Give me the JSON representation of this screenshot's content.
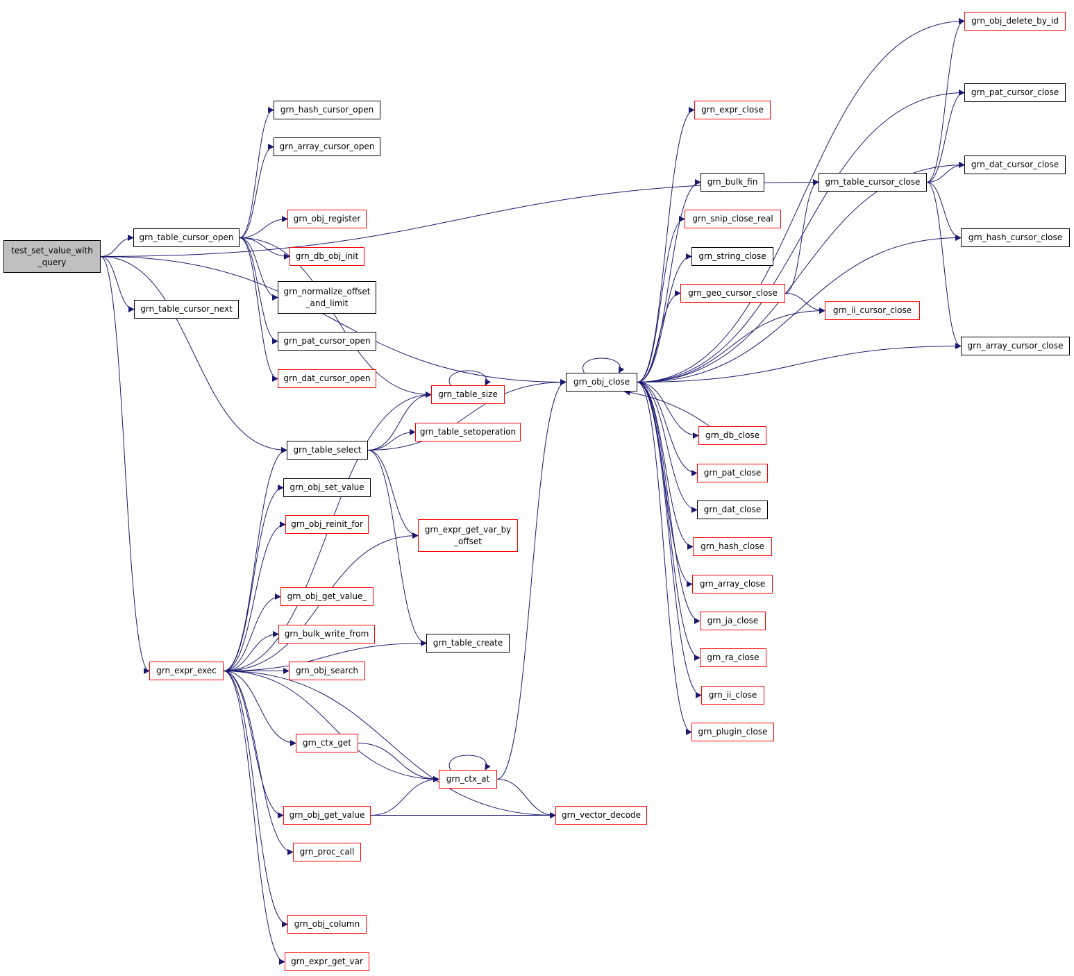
{
  "colors": {
    "edge": "#191970",
    "node_border_documented": "#000000",
    "node_border_undocumented": "#ff0000",
    "root_fill": "#bfbfbf"
  },
  "nodes": {
    "root": {
      "label": "test_set_value_with\n_query",
      "style": "root"
    },
    "table_cursor_open": {
      "label": "grn_table_cursor_open",
      "style": "black"
    },
    "table_cursor_next": {
      "label": "grn_table_cursor_next",
      "style": "black"
    },
    "expr_exec": {
      "label": "grn_expr_exec",
      "style": "red"
    },
    "hash_cursor_open": {
      "label": "grn_hash_cursor_open",
      "style": "black"
    },
    "array_cursor_open": {
      "label": "grn_array_cursor_open",
      "style": "black"
    },
    "obj_register": {
      "label": "grn_obj_register",
      "style": "red"
    },
    "db_obj_init": {
      "label": "grn_db_obj_init",
      "style": "red"
    },
    "normalize_offset": {
      "label": "grn_normalize_offset\n_and_limit",
      "style": "black"
    },
    "pat_cursor_open": {
      "label": "grn_pat_cursor_open",
      "style": "black"
    },
    "dat_cursor_open": {
      "label": "grn_dat_cursor_open",
      "style": "red"
    },
    "table_select": {
      "label": "grn_table_select",
      "style": "black"
    },
    "obj_set_value": {
      "label": "grn_obj_set_value",
      "style": "black"
    },
    "obj_reinit_for": {
      "label": "grn_obj_reinit_for",
      "style": "red"
    },
    "obj_get_value_": {
      "label": "grn_obj_get_value_",
      "style": "red"
    },
    "bulk_write_from": {
      "label": "grn_bulk_write_from",
      "style": "red"
    },
    "obj_search": {
      "label": "grn_obj_search",
      "style": "red"
    },
    "ctx_get": {
      "label": "grn_ctx_get",
      "style": "red"
    },
    "obj_get_value": {
      "label": "grn_obj_get_value",
      "style": "red"
    },
    "proc_call": {
      "label": "grn_proc_call",
      "style": "red"
    },
    "obj_column": {
      "label": "grn_obj_column",
      "style": "red"
    },
    "expr_get_var": {
      "label": "grn_expr_get_var",
      "style": "red"
    },
    "table_size": {
      "label": "grn_table_size",
      "style": "red"
    },
    "table_setoperation": {
      "label": "grn_table_setoperation",
      "style": "red"
    },
    "expr_get_var_by_offset": {
      "label": "grn_expr_get_var_by\n_offset",
      "style": "red"
    },
    "table_create": {
      "label": "grn_table_create",
      "style": "black"
    },
    "ctx_at": {
      "label": "grn_ctx_at",
      "style": "red"
    },
    "vector_decode": {
      "label": "grn_vector_decode",
      "style": "red"
    },
    "obj_close": {
      "label": "grn_obj_close",
      "style": "black"
    },
    "expr_close": {
      "label": "grn_expr_close",
      "style": "red"
    },
    "bulk_fin": {
      "label": "grn_bulk_fin",
      "style": "black"
    },
    "snip_close_real": {
      "label": "grn_snip_close_real",
      "style": "red"
    },
    "string_close": {
      "label": "grn_string_close",
      "style": "black"
    },
    "geo_cursor_close": {
      "label": "grn_geo_cursor_close",
      "style": "red"
    },
    "ii_cursor_close": {
      "label": "grn_ii_cursor_close",
      "style": "red"
    },
    "db_close": {
      "label": "grn_db_close",
      "style": "red"
    },
    "pat_close": {
      "label": "grn_pat_close",
      "style": "red"
    },
    "dat_close": {
      "label": "grn_dat_close",
      "style": "black"
    },
    "hash_close": {
      "label": "grn_hash_close",
      "style": "red"
    },
    "array_close": {
      "label": "grn_array_close",
      "style": "red"
    },
    "ja_close": {
      "label": "grn_ja_close",
      "style": "red"
    },
    "ra_close": {
      "label": "grn_ra_close",
      "style": "red"
    },
    "ii_close": {
      "label": "grn_ii_close",
      "style": "red"
    },
    "plugin_close": {
      "label": "grn_plugin_close",
      "style": "red"
    },
    "table_cursor_close": {
      "label": "grn_table_cursor_close",
      "style": "black"
    },
    "obj_delete_by_id": {
      "label": "grn_obj_delete_by_id",
      "style": "red"
    },
    "pat_cursor_close": {
      "label": "grn_pat_cursor_close",
      "style": "black"
    },
    "dat_cursor_close": {
      "label": "grn_dat_cursor_close",
      "style": "black"
    },
    "hash_cursor_close": {
      "label": "grn_hash_cursor_close",
      "style": "black"
    },
    "array_cursor_close": {
      "label": "grn_array_cursor_close",
      "style": "black"
    }
  },
  "edges": [
    [
      "root",
      "table_cursor_open"
    ],
    [
      "root",
      "table_cursor_next"
    ],
    [
      "root",
      "expr_exec"
    ],
    [
      "root",
      "obj_close"
    ],
    [
      "root",
      "table_cursor_close"
    ],
    [
      "root",
      "table_select"
    ],
    [
      "table_cursor_open",
      "hash_cursor_open"
    ],
    [
      "table_cursor_open",
      "array_cursor_open"
    ],
    [
      "table_cursor_open",
      "obj_register"
    ],
    [
      "table_cursor_open",
      "db_obj_init"
    ],
    [
      "table_cursor_open",
      "normalize_offset"
    ],
    [
      "table_cursor_open",
      "pat_cursor_open"
    ],
    [
      "table_cursor_open",
      "dat_cursor_open"
    ],
    [
      "table_cursor_open",
      "table_size"
    ],
    [
      "table_size",
      "table_size"
    ],
    [
      "table_select",
      "table_size"
    ],
    [
      "table_select",
      "table_setoperation"
    ],
    [
      "table_select",
      "obj_close"
    ],
    [
      "table_select",
      "expr_get_var_by_offset"
    ],
    [
      "table_select",
      "table_create"
    ],
    [
      "expr_exec",
      "table_size"
    ],
    [
      "expr_exec",
      "table_select"
    ],
    [
      "expr_exec",
      "obj_set_value"
    ],
    [
      "expr_exec",
      "obj_reinit_for"
    ],
    [
      "expr_exec",
      "expr_get_var_by_offset"
    ],
    [
      "expr_exec",
      "obj_get_value_"
    ],
    [
      "expr_exec",
      "bulk_write_from"
    ],
    [
      "expr_exec",
      "obj_search"
    ],
    [
      "expr_exec",
      "table_create"
    ],
    [
      "expr_exec",
      "ctx_get"
    ],
    [
      "expr_exec",
      "ctx_at"
    ],
    [
      "expr_exec",
      "obj_get_value"
    ],
    [
      "expr_exec",
      "proc_call"
    ],
    [
      "expr_exec",
      "vector_decode"
    ],
    [
      "expr_exec",
      "obj_column"
    ],
    [
      "expr_exec",
      "expr_get_var"
    ],
    [
      "ctx_get",
      "ctx_at"
    ],
    [
      "ctx_at",
      "ctx_at"
    ],
    [
      "ctx_at",
      "vector_decode"
    ],
    [
      "ctx_at",
      "obj_close"
    ],
    [
      "obj_get_value",
      "ctx_at"
    ],
    [
      "obj_get_value",
      "vector_decode"
    ],
    [
      "obj_close",
      "obj_close"
    ],
    [
      "obj_close",
      "obj_delete_by_id"
    ],
    [
      "obj_close",
      "expr_close"
    ],
    [
      "obj_close",
      "pat_cursor_close"
    ],
    [
      "obj_close",
      "dat_cursor_close"
    ],
    [
      "obj_close",
      "bulk_fin"
    ],
    [
      "obj_close",
      "snip_close_real"
    ],
    [
      "obj_close",
      "string_close"
    ],
    [
      "obj_close",
      "geo_cursor_close"
    ],
    [
      "obj_close",
      "ii_cursor_close"
    ],
    [
      "obj_close",
      "hash_cursor_close"
    ],
    [
      "obj_close",
      "array_cursor_close"
    ],
    [
      "obj_close",
      "db_close"
    ],
    [
      "obj_close",
      "pat_close"
    ],
    [
      "obj_close",
      "dat_close"
    ],
    [
      "obj_close",
      "hash_close"
    ],
    [
      "obj_close",
      "array_close"
    ],
    [
      "obj_close",
      "ja_close"
    ],
    [
      "obj_close",
      "ra_close"
    ],
    [
      "obj_close",
      "ii_close"
    ],
    [
      "obj_close",
      "plugin_close"
    ],
    [
      "db_close",
      "obj_close"
    ],
    [
      "geo_cursor_close",
      "ii_cursor_close"
    ],
    [
      "geo_cursor_close",
      "table_cursor_close"
    ],
    [
      "table_cursor_close",
      "obj_delete_by_id"
    ],
    [
      "table_cursor_close",
      "pat_cursor_close"
    ],
    [
      "table_cursor_close",
      "dat_cursor_close"
    ],
    [
      "table_cursor_close",
      "hash_cursor_close"
    ],
    [
      "table_cursor_close",
      "array_cursor_close"
    ]
  ]
}
